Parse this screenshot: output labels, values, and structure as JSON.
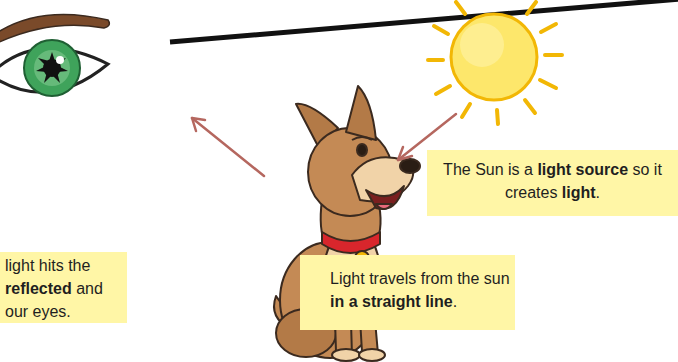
{
  "diagram": {
    "nodes": [
      {
        "text": [
          "The Sun is a light source so it creates light."
        ]
      },
      {
        "text": [
          "light hits the reflected and our eyes."
        ]
      },
      {
        "text": [
          "Light travels from the sun in a straight line."
        ]
      }
    ]
  }
}
